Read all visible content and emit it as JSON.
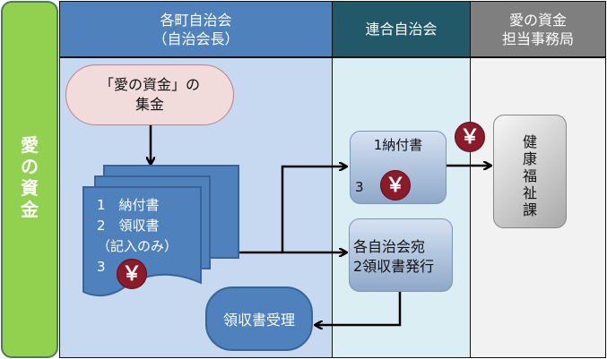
{
  "side": {
    "label_chars": [
      "愛",
      "の",
      "資",
      "金"
    ]
  },
  "lanes": [
    {
      "id": "town",
      "title_line1": "各町自治会",
      "title_line2": "（自治会長）"
    },
    {
      "id": "union",
      "title": "連合自治会"
    },
    {
      "id": "office",
      "title_line1": "愛の資金",
      "title_line2": "担当事務局"
    }
  ],
  "nodes": {
    "collection": {
      "line1": "「愛の資金」の",
      "line2": "集金"
    },
    "documents": {
      "items": [
        "1　納付書",
        "2　領収書",
        "（記入のみ）",
        "3"
      ],
      "yen_symbol": "￥"
    },
    "payment_slip": {
      "title": "1納付書",
      "item3": "3",
      "yen_symbol": "￥"
    },
    "receipt_issue": {
      "line1": "各自治会宛",
      "line2": "2領収書発行"
    },
    "welfare_dept": {
      "chars": [
        "健",
        "康",
        "福",
        "祉",
        "課"
      ]
    },
    "receipt_accept": {
      "label": "領収書受理"
    }
  },
  "transfer_yen_symbol": "￥",
  "colors": {
    "side_band": "#92d050",
    "lane1_header": "#4f81bd",
    "lane2_header": "#215968",
    "lane3_header": "#7f7f7f",
    "lane1_body": "#c6d9f1",
    "lane2_body": "#dbeef4",
    "lane3_body": "#f2f2f2",
    "yen_badge": "#8b1b2a",
    "collection_pill": "#f2dcdb"
  }
}
